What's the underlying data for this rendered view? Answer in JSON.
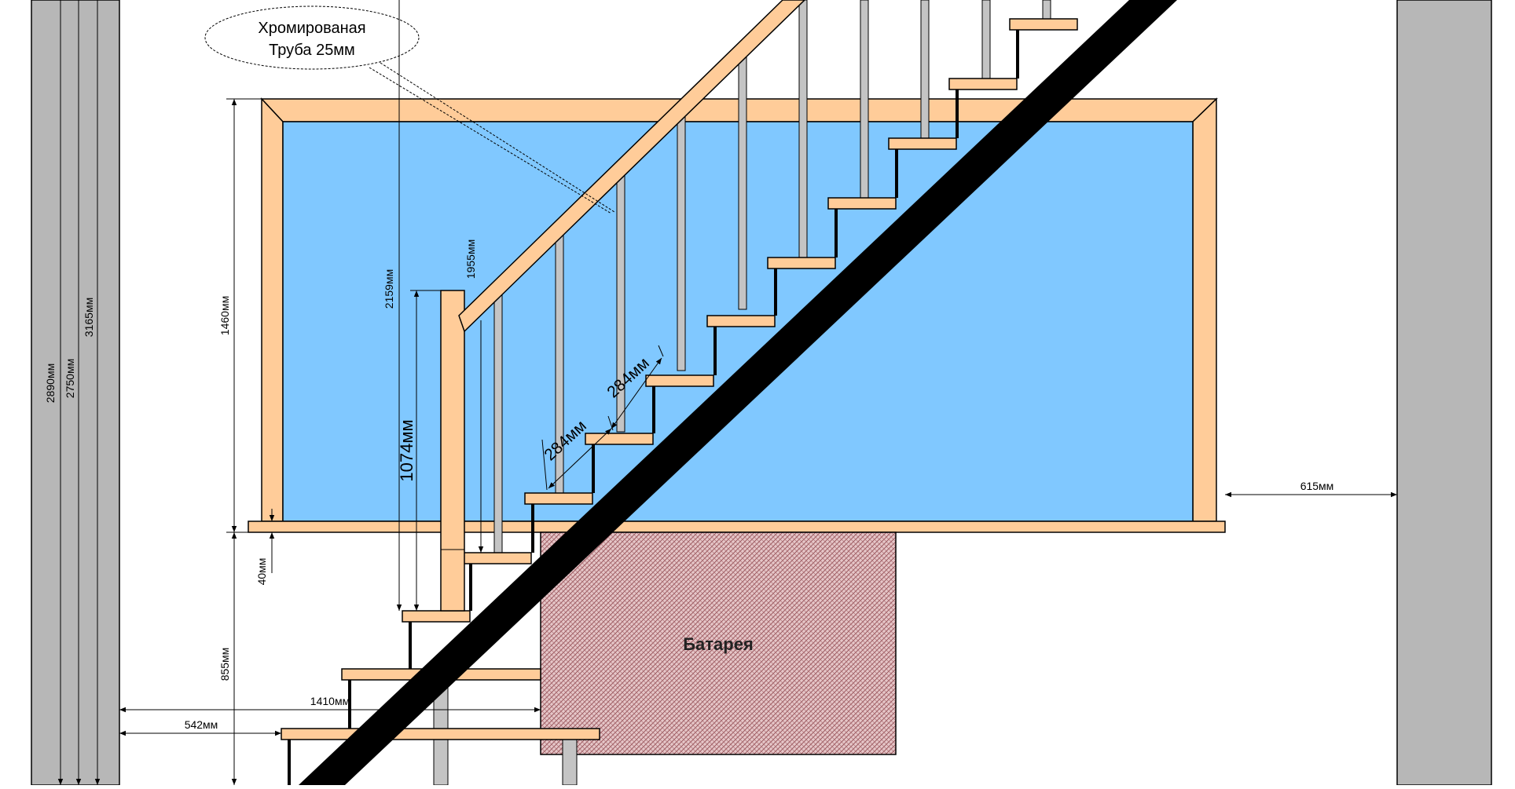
{
  "drawing": {
    "callout": {
      "line1": "Хромированая",
      "line2": "Труба 25мм"
    },
    "radiator_label": "Батарея",
    "dimensions": {
      "wall_2890": "2890мм",
      "wall_2750": "2750мм",
      "wall_3165": "3165мм",
      "window_height": "1460мм",
      "sill_thickness": "40мм",
      "sill_height": "855мм",
      "offset_1410": "1410мм",
      "offset_542": "542мм",
      "rail_2159": "2159мм",
      "rail_1955": "1955мм",
      "post_height": "1074мм",
      "tread_a": "284мм",
      "tread_b": "284мм",
      "gap_right": "615мм"
    }
  },
  "colors": {
    "wall": "#b7b7b7",
    "glass": "#80c8ff",
    "wood": "#ffcc99",
    "stringer": "#000000",
    "baluster": "#c4c4c4",
    "radiator": "#c9a0a3"
  }
}
